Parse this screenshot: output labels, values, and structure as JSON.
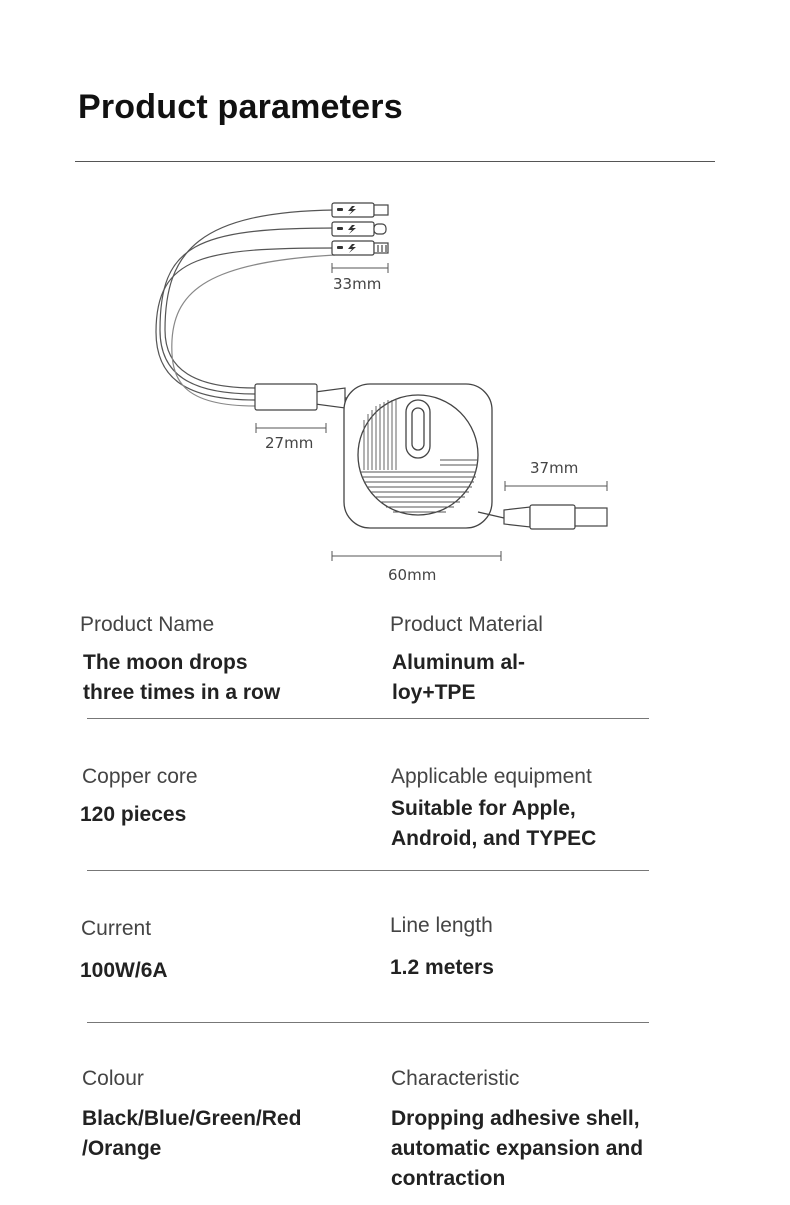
{
  "page": {
    "title": "Product parameters"
  },
  "dimensions": {
    "connector_length": "33mm",
    "sleeve_length": "27mm",
    "usb_length": "37mm",
    "body_width": "60mm"
  },
  "params": [
    {
      "label": "Product Name",
      "value_lines": [
        "The moon drops",
        "three times in a row"
      ]
    },
    {
      "label": "Product Material",
      "value_lines": [
        "Aluminum al-",
        "loy+TPE"
      ]
    },
    {
      "label": "Copper core",
      "value_lines": [
        "120 pieces"
      ]
    },
    {
      "label": "Applicable equipment",
      "value_lines": [
        "Suitable for Apple,",
        "Android, and TYPEC"
      ]
    },
    {
      "label": "Current",
      "value_lines": [
        "100W/6A"
      ]
    },
    {
      "label": "Line length",
      "value_lines": [
        "1.2 meters"
      ]
    },
    {
      "label": "Colour",
      "value_lines": [
        "Black/Blue/Green/Red",
        "/Orange"
      ]
    },
    {
      "label": "Characteristic",
      "value_lines": [
        "Dropping adhesive shell,",
        "automatic expansion and",
        "contraction"
      ]
    }
  ]
}
